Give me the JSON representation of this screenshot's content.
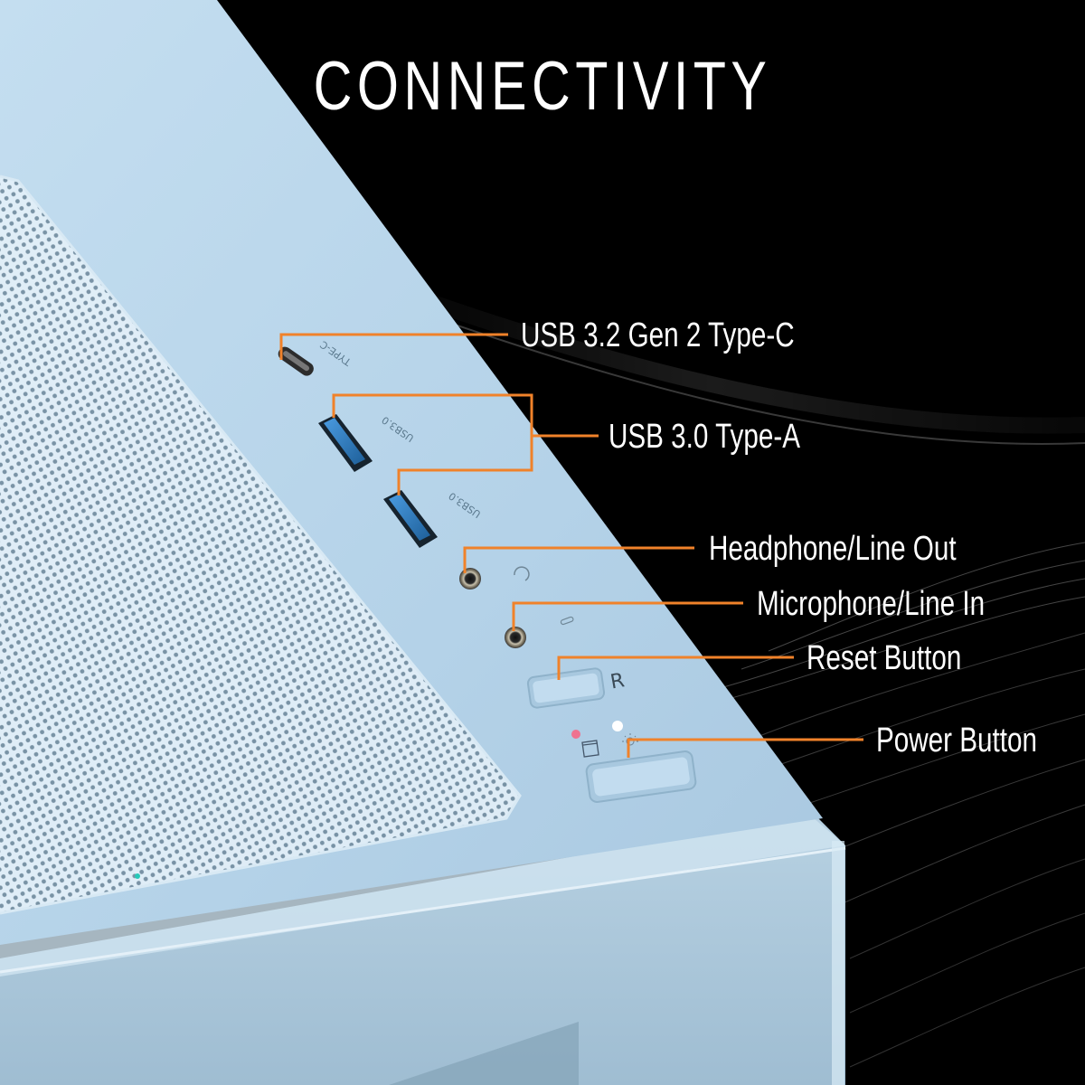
{
  "page": {
    "title": "CONNECTIVITY"
  },
  "callouts": [
    {
      "id": "usb-c",
      "label": "USB 3.2 Gen 2 Type-C"
    },
    {
      "id": "usb-a",
      "label": "USB 3.0 Type-A"
    },
    {
      "id": "headphone",
      "label": "Headphone/Line Out"
    },
    {
      "id": "microphone",
      "label": "Microphone/Line In"
    },
    {
      "id": "reset",
      "label": "Reset Button"
    },
    {
      "id": "power",
      "label": "Power Button"
    }
  ],
  "case_markings": {
    "typec": "TYPE-C",
    "usb3_1": "USB3.0",
    "usb3_2": "USB3.0",
    "reset": "R"
  },
  "colors": {
    "background": "#000000",
    "case_top": "#b5d3ea",
    "case_side": "#a8c6dc",
    "callout_line": "#f0822a",
    "text": "#ffffff",
    "usb_blue": "#2b7fc4",
    "hdd_led": "#ff5b7a",
    "power_led": "#ffffff"
  },
  "icons": {
    "headphone": "headphone-icon",
    "microphone": "microphone-icon",
    "hdd": "hdd-activity-icon",
    "power_led": "power-led-icon"
  }
}
